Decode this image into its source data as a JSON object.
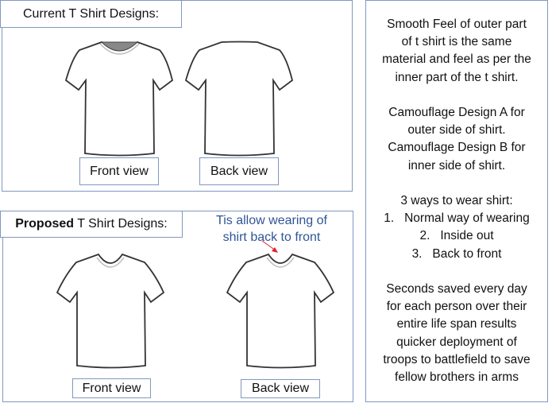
{
  "current": {
    "title": "Current T Shirt Designs:",
    "front_label": "Front view",
    "back_label": "Back view"
  },
  "proposed": {
    "title_bold": "Proposed",
    "title_rest": " T Shirt Designs:",
    "front_label": "Front view",
    "back_label": "Back view",
    "annotation_line1": "Tis allow wearing of",
    "annotation_line2": "shirt back to front"
  },
  "side_panel": {
    "p1": [
      "Smooth Feel of outer part",
      "of t shirt is the same",
      "material and feel as per the",
      "inner part of the t shirt."
    ],
    "p2": [
      "Camouflage Design A for",
      "outer side of shirt.",
      "Camouflage Design B for",
      "inner side of shirt."
    ],
    "ways_heading": "3 ways to wear shirt:",
    "ways": [
      "1.   Normal way of wearing",
      "2.   Inside out",
      "3.   Back to front"
    ],
    "p4": [
      "Seconds saved every day",
      "for each person over their",
      "entire life span results",
      "quicker deployment of",
      "troops to battlefield to save",
      "fellow brothers in arms"
    ]
  },
  "colors": {
    "border": "#7f98c0",
    "annotation": "#2f5597",
    "arrow": "#e0202a"
  }
}
